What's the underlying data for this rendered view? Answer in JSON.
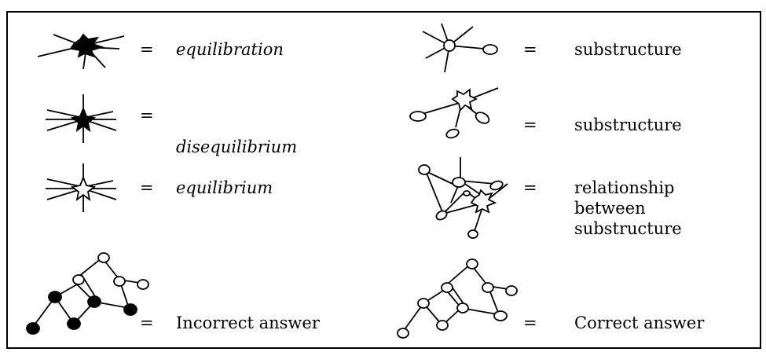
{
  "legend": {
    "rows": [
      {
        "left_sign": "=",
        "left_label": "equilibration",
        "right_sign": "=",
        "right_label": "substructure"
      },
      {
        "left_sign": "=",
        "left_label": "disequilibrium",
        "right_sign": "=",
        "right_label": "substructure"
      },
      {
        "left_sign": "=",
        "left_label": "equilibrium",
        "right_sign": "=",
        "right_label_lines": [
          "relationship",
          "between",
          "substructure"
        ]
      },
      {
        "left_sign": "=",
        "left_label": "Incorrect answer",
        "right_sign": "=",
        "right_label": "Correct answer"
      }
    ]
  }
}
